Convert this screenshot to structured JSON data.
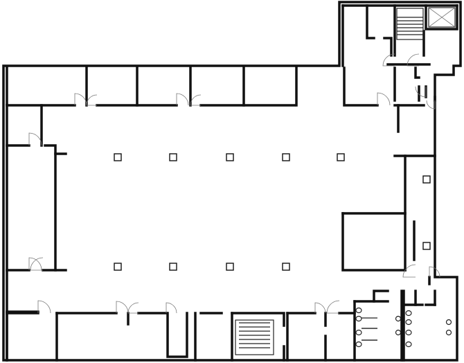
{
  "plan": {
    "colors": {
      "wall": "#111111",
      "background": "#ffffff",
      "door_swing": "#777777"
    },
    "column_count": 10,
    "features": [
      "offices",
      "open-floor",
      "stairs",
      "elevator",
      "restrooms"
    ]
  }
}
